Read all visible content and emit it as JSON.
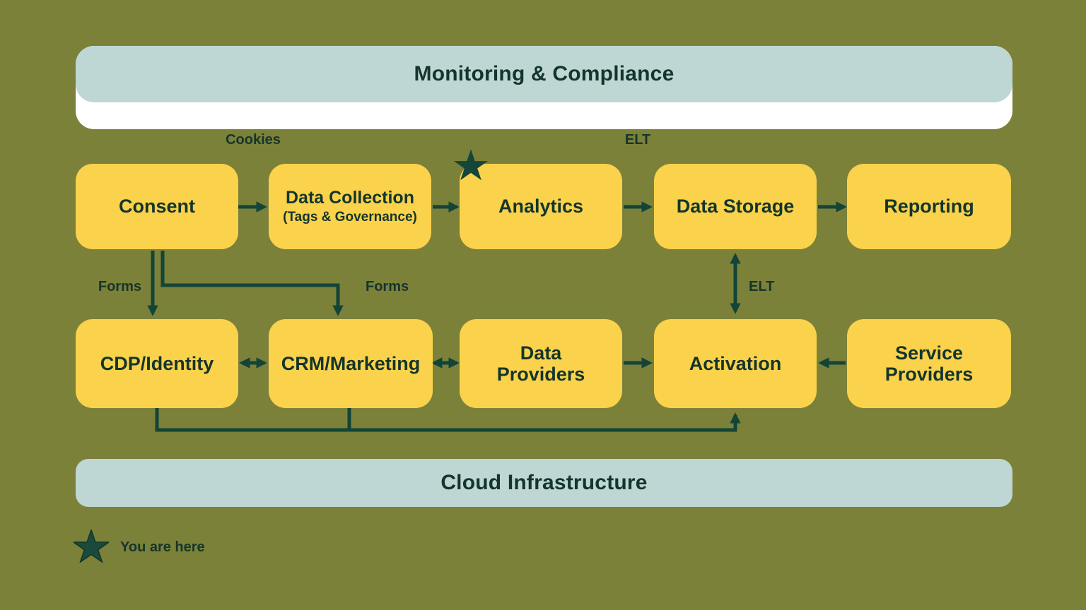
{
  "banners": {
    "top": "Monitoring & Compliance",
    "bottom": "Cloud Infrastructure"
  },
  "nodes": [
    {
      "id": "consent",
      "label": "Consent"
    },
    {
      "id": "data-collection",
      "label": "Data Collection",
      "sublabel": "(Tags & Governance)"
    },
    {
      "id": "analytics",
      "label": "Analytics",
      "marker": "star-icon"
    },
    {
      "id": "data-storage",
      "label": "Data Storage"
    },
    {
      "id": "reporting",
      "label": "Reporting"
    },
    {
      "id": "cdp-identity",
      "label": "CDP/Identity"
    },
    {
      "id": "crm-marketing",
      "label": "CRM/Marketing"
    },
    {
      "id": "data-providers",
      "label": "Data Providers"
    },
    {
      "id": "activation",
      "label": "Activation"
    },
    {
      "id": "service-providers",
      "label": "Service Providers"
    }
  ],
  "edge_labels": {
    "cookies": "Cookies",
    "elt_top": "ELT",
    "forms_left": "Forms",
    "forms_right": "Forms",
    "elt_mid": "ELT"
  },
  "legend": {
    "marker": "star-icon",
    "text": "You are here"
  },
  "colors": {
    "background": "#7C8139",
    "node_fill": "#FAD24B",
    "banner_fill": "#BFD7D4",
    "card_fill": "#FFFFFF",
    "text": "#14352B",
    "line": "#134438"
  }
}
